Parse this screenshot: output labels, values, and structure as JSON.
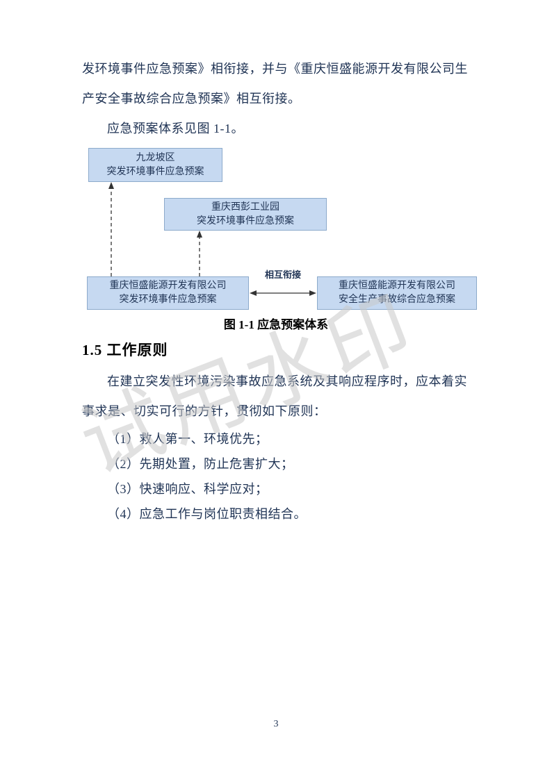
{
  "watermark_text": "试用水印",
  "intro": {
    "line1": "发环境事件应急预案》相衔接，并与《重庆恒盛能源开发有限公司生",
    "line2": "产安全事故综合应急预案》相互衔接。",
    "line3": "应急预案体系见图 1-1。"
  },
  "diagram": {
    "box_district": {
      "line1": "九龙坡区",
      "line2": "突发环境事件应急预案"
    },
    "box_park": {
      "line1": "重庆西彭工业园",
      "line2": "突发环境事件应急预案"
    },
    "box_company_env": {
      "line1": "重庆恒盛能源开发有限公司",
      "line2": "突发环境事件应急预案"
    },
    "box_company_safety": {
      "line1": "重庆恒盛能源开发有限公司",
      "line2": "安全生产事故综合应急预案"
    },
    "link_label": "相互衔接",
    "caption": "图 1-1 应急预案体系"
  },
  "section": {
    "heading": "1.5 工作原则",
    "para": {
      "line1": "在建立突发性环境污染事故应急系统及其响应程序时，应本着实",
      "line2": "事求是、切实可行的方针，贯彻如下原则："
    },
    "items": [
      "（1）救人第一、环境优先；",
      "（2）先期处置，防止危害扩大；",
      "（3）快速响应、科学应对；",
      "（4）应急工作与岗位职责相结合。"
    ]
  },
  "page_number": "3",
  "colors": {
    "box_fill": "#c6d9f1",
    "box_border": "#8caacb",
    "body_text": "#1f3354",
    "watermark": "#c8c8c8"
  }
}
